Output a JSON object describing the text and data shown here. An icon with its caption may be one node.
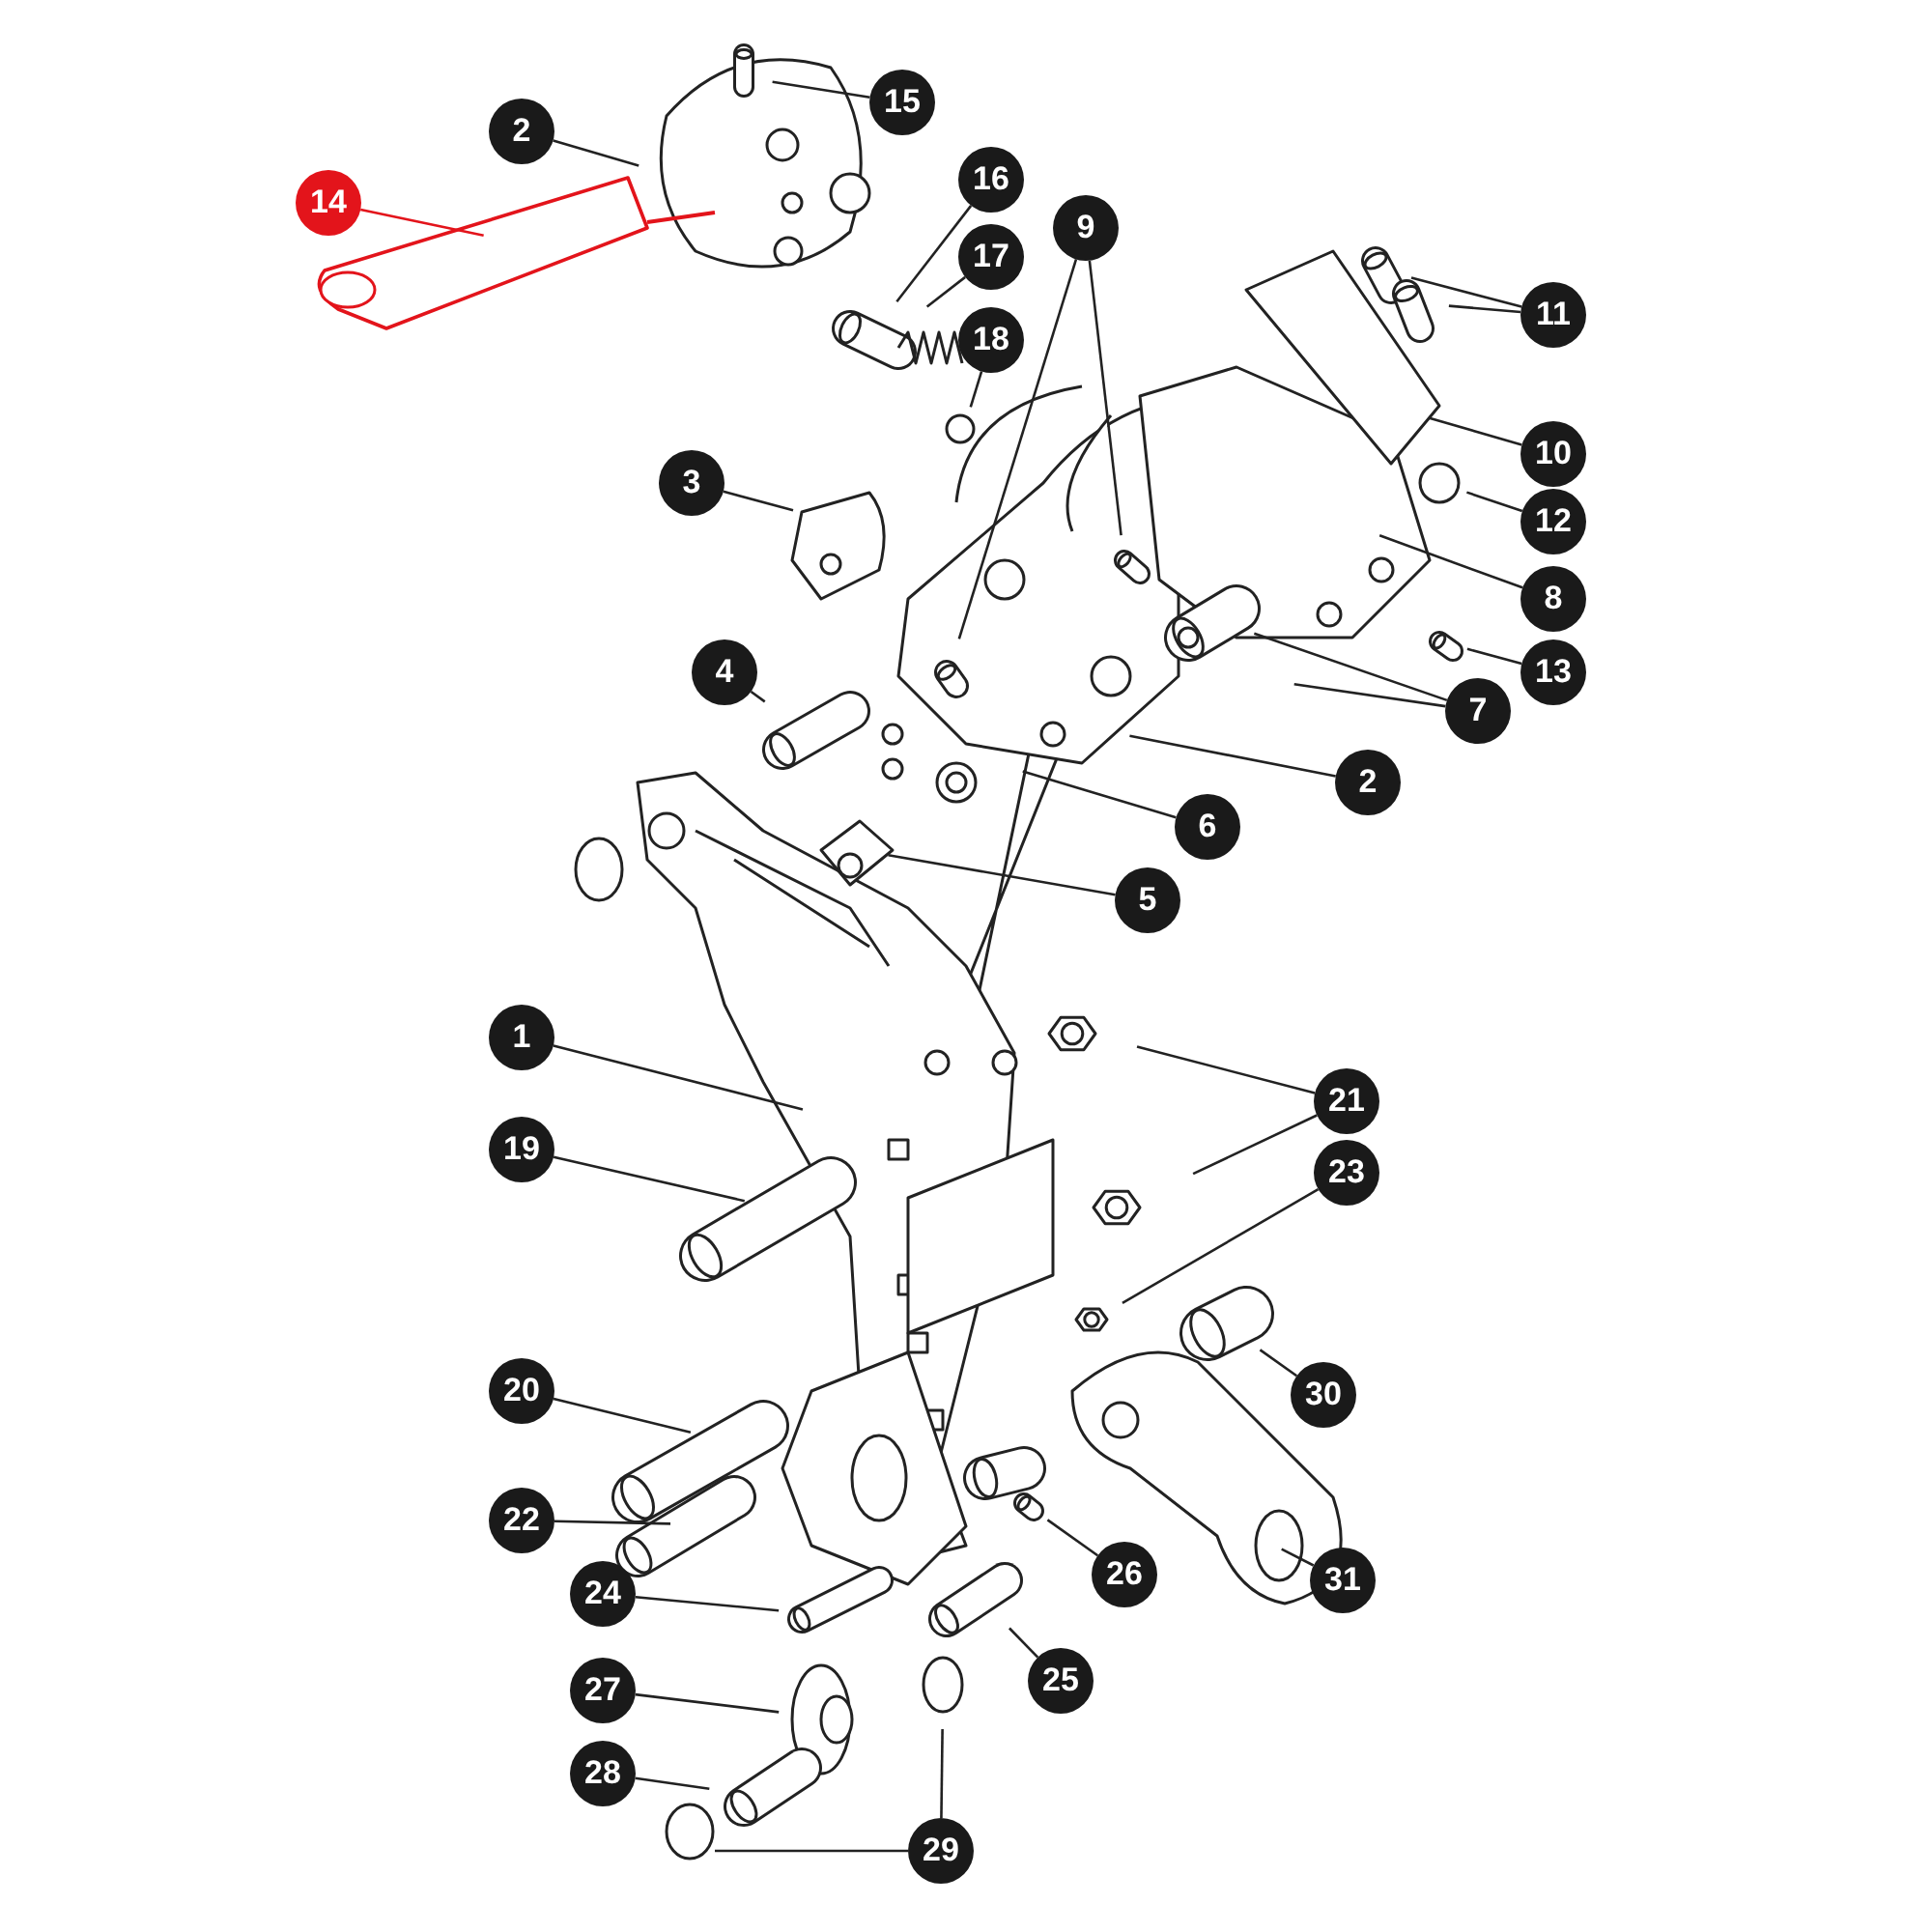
{
  "diagram": {
    "nodes": [
      {
        "text": [
          "15"
        ]
      },
      {
        "text": [
          "2"
        ]
      },
      {
        "text": [
          "14"
        ]
      },
      {
        "text": [
          "16"
        ]
      },
      {
        "text": [
          "9"
        ]
      },
      {
        "text": [
          "17"
        ]
      },
      {
        "text": [
          "11"
        ]
      },
      {
        "text": [
          "18"
        ]
      },
      {
        "text": [
          "10"
        ]
      },
      {
        "text": [
          "3"
        ]
      },
      {
        "text": [
          "12"
        ]
      },
      {
        "text": [
          "8"
        ]
      },
      {
        "text": [
          "13"
        ]
      },
      {
        "text": [
          "4"
        ]
      },
      {
        "text": [
          "7"
        ]
      },
      {
        "text": [
          "2"
        ]
      },
      {
        "text": [
          "6"
        ]
      },
      {
        "text": [
          "5"
        ]
      },
      {
        "text": [
          "1"
        ]
      },
      {
        "text": [
          "21"
        ]
      },
      {
        "text": [
          "19"
        ]
      },
      {
        "text": [
          "23"
        ]
      },
      {
        "text": [
          "30"
        ]
      },
      {
        "text": [
          "20"
        ]
      },
      {
        "text": [
          "22"
        ]
      },
      {
        "text": [
          "26"
        ]
      },
      {
        "text": [
          "31"
        ]
      },
      {
        "text": [
          "24"
        ]
      },
      {
        "text": [
          "25"
        ]
      },
      {
        "text": [
          "27"
        ]
      },
      {
        "text": [
          "28"
        ]
      },
      {
        "text": [
          "29"
        ]
      }
    ],
    "edges": [
      {
        "from": 0,
        "to": null,
        "arrow": "none"
      },
      {
        "from": 1,
        "to": null,
        "arrow": "none"
      },
      {
        "from": 2,
        "to": null,
        "arrow": "none",
        "color": "#e3141b"
      },
      {
        "from": 3,
        "to": null,
        "arrow": "none"
      },
      {
        "from": 5,
        "to": null,
        "arrow": "none"
      },
      {
        "from": 7,
        "to": null,
        "arrow": "none"
      },
      {
        "from": 4,
        "to": null,
        "arrow": "none"
      },
      {
        "from": 4,
        "to": null,
        "arrow": "none"
      },
      {
        "from": 6,
        "to": null,
        "arrow": "none"
      },
      {
        "from": 6,
        "to": null,
        "arrow": "none"
      },
      {
        "from": 8,
        "to": null,
        "arrow": "none"
      },
      {
        "from": 10,
        "to": null,
        "arrow": "none"
      },
      {
        "from": 9,
        "to": null,
        "arrow": "none"
      },
      {
        "from": 11,
        "to": null,
        "arrow": "none"
      },
      {
        "from": 12,
        "to": null,
        "arrow": "none"
      },
      {
        "from": 13,
        "to": null,
        "arrow": "none"
      },
      {
        "from": 14,
        "to": null,
        "arrow": "none"
      },
      {
        "from": 14,
        "to": null,
        "arrow": "none"
      },
      {
        "from": 15,
        "to": null,
        "arrow": "none"
      },
      {
        "from": 16,
        "to": null,
        "arrow": "none"
      },
      {
        "from": 17,
        "to": null,
        "arrow": "none"
      },
      {
        "from": 18,
        "to": null,
        "arrow": "none"
      },
      {
        "from": 19,
        "to": null,
        "arrow": "none"
      },
      {
        "from": 19,
        "to": null,
        "arrow": "none"
      },
      {
        "from": 20,
        "to": null,
        "arrow": "none"
      },
      {
        "from": 21,
        "to": null,
        "arrow": "none"
      },
      {
        "from": 22,
        "to": null,
        "arrow": "none"
      },
      {
        "from": 23,
        "to": null,
        "arrow": "none"
      },
      {
        "from": 24,
        "to": null,
        "arrow": "none"
      },
      {
        "from": 25,
        "to": null,
        "arrow": "none"
      },
      {
        "from": 26,
        "to": null,
        "arrow": "none"
      },
      {
        "from": 27,
        "to": null,
        "arrow": "none"
      },
      {
        "from": 28,
        "to": null,
        "arrow": "none"
      },
      {
        "from": 29,
        "to": null,
        "arrow": "none"
      },
      {
        "from": 30,
        "to": null,
        "arrow": "none"
      },
      {
        "from": 31,
        "to": null,
        "arrow": "none"
      },
      {
        "from": 31,
        "to": null,
        "arrow": "none"
      }
    ]
  }
}
